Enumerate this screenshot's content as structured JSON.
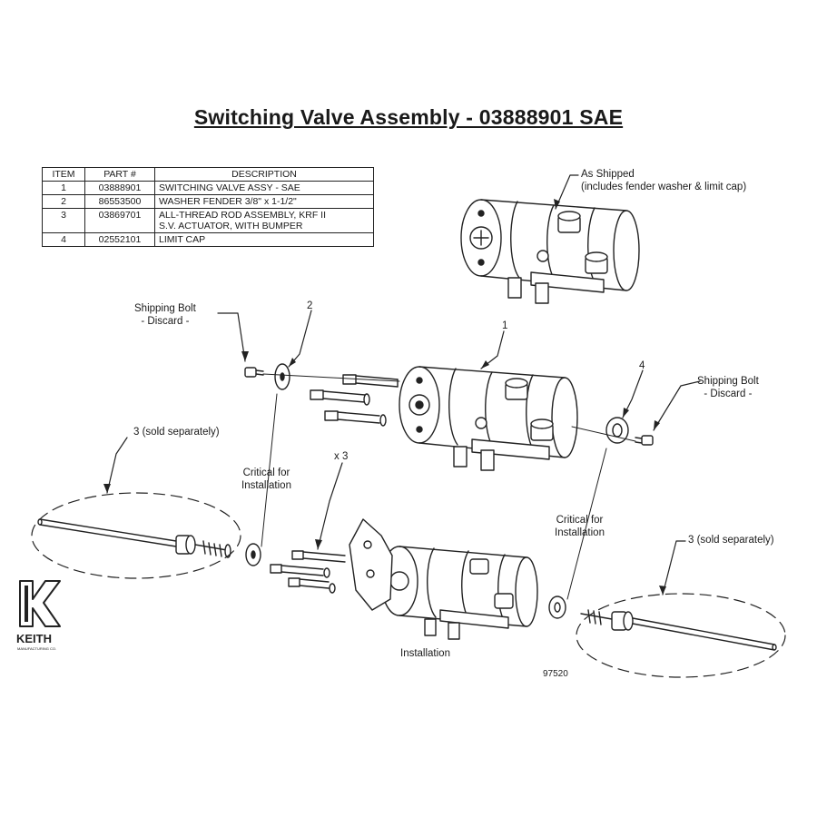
{
  "title": "Switching Valve Assembly - 03888901 SAE",
  "table": {
    "headers": [
      "ITEM",
      "PART #",
      "DESCRIPTION"
    ],
    "rows": [
      {
        "item": "1",
        "part": "03888901",
        "desc": [
          "SWITCHING VALVE ASSY - SAE"
        ]
      },
      {
        "item": "2",
        "part": "86553500",
        "desc": [
          "WASHER FENDER 3/8\" x 1-1/2\""
        ]
      },
      {
        "item": "3",
        "part": "03869701",
        "desc": [
          "ALL-THREAD ROD ASSEMBLY, KRF II",
          "S.V. ACTUATOR, WITH BUMPER"
        ]
      },
      {
        "item": "4",
        "part": "02552101",
        "desc": [
          "LIMIT CAP"
        ]
      }
    ]
  },
  "labels": {
    "as_shipped": "As Shipped",
    "as_shipped_note": "(includes fender washer & limit cap)",
    "shipping_bolt": "Shipping Bolt",
    "discard": "- Discard -",
    "item_2": "2",
    "item_1": "1",
    "item_4": "4",
    "sold_separately": "3 (sold separately)",
    "critical_line1": "Critical for",
    "critical_line2": "Installation",
    "times_3": "x 3",
    "installation": "Installation",
    "drawing_number": "97520"
  },
  "logo": {
    "text": "KEITH",
    "subtext": "MANUFACTURING CO."
  },
  "colors": {
    "line": "#222222",
    "text": "#1a1a1a",
    "background": "#ffffff"
  }
}
